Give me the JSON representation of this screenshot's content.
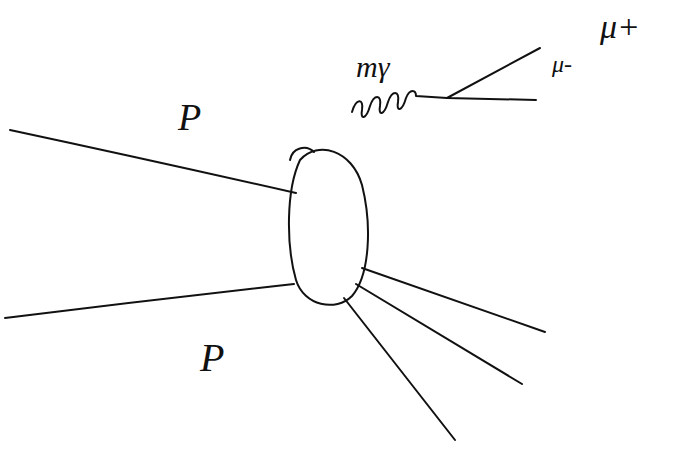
{
  "diagram": {
    "labels": [
      "P",
      "P",
      "mγ",
      "μ+",
      "μ-"
    ]
  }
}
